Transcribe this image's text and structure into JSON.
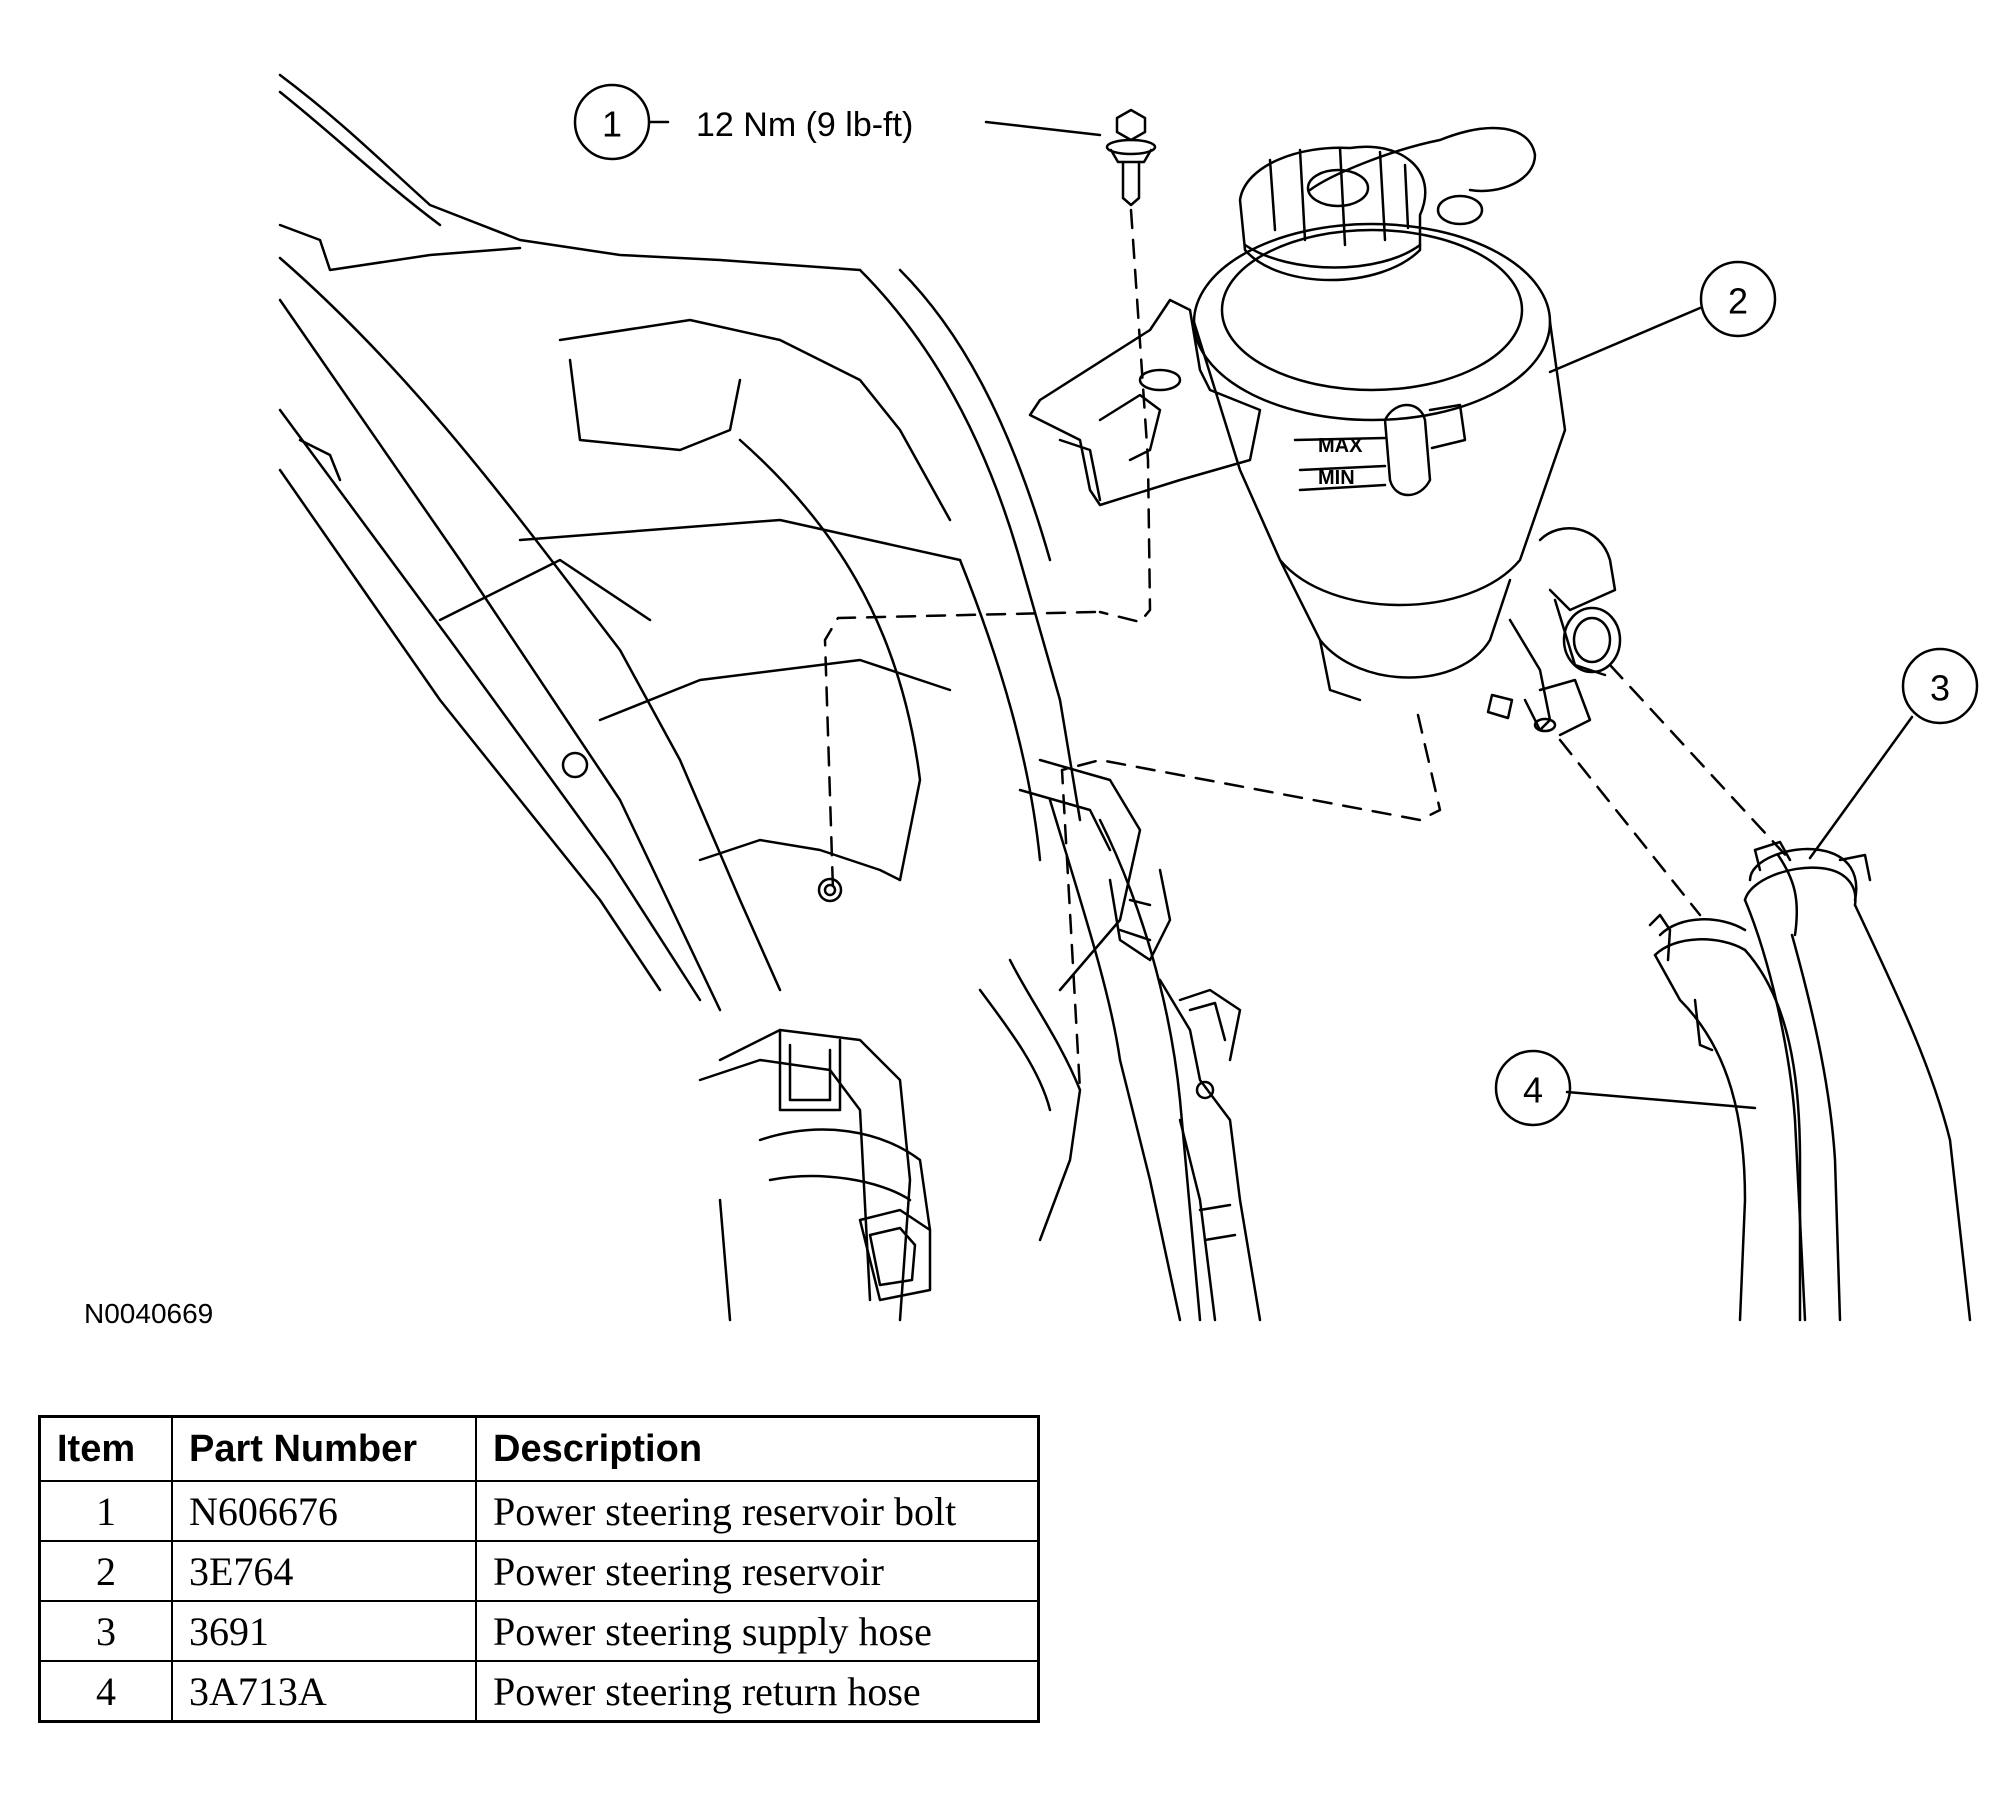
{
  "callouts": {
    "c1": {
      "number": "1",
      "torque": "12 Nm (9 lb-ft)"
    },
    "c2": {
      "number": "2"
    },
    "c3": {
      "number": "3"
    },
    "c4": {
      "number": "4"
    }
  },
  "figure_id": "N0040669",
  "reservoir_marks": {
    "max": "MAX",
    "min": "MIN"
  },
  "table": {
    "headers": {
      "item": "Item",
      "part_number": "Part Number",
      "description": "Description"
    },
    "rows": [
      {
        "item": "1",
        "part_number": "N606676",
        "description": "Power steering reservoir bolt"
      },
      {
        "item": "2",
        "part_number": "3E764",
        "description": "Power steering reservoir"
      },
      {
        "item": "3",
        "part_number": "3691",
        "description": "Power steering supply hose"
      },
      {
        "item": "4",
        "part_number": "3A713A",
        "description": "Power steering return hose"
      }
    ]
  }
}
